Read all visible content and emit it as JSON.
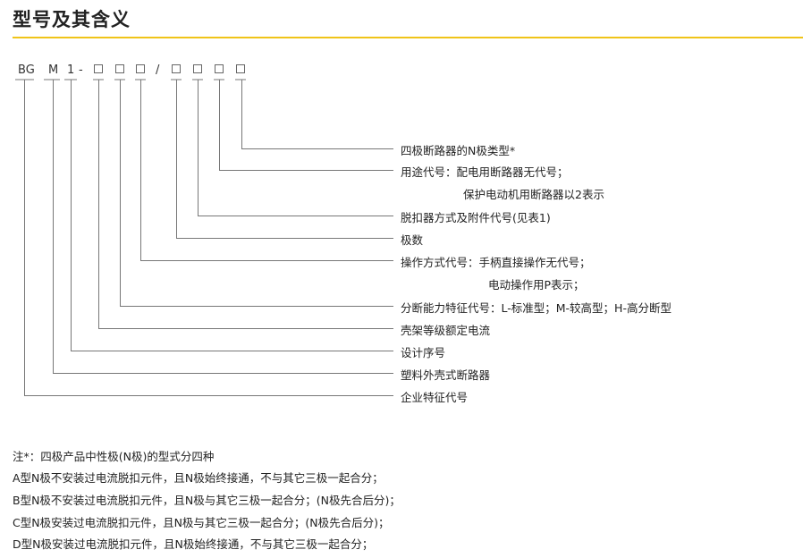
{
  "title": "型号及其含义",
  "accent_color": "#f0c419",
  "code": {
    "prefix": "BG",
    "m": "M",
    "one": "1",
    "dash": "-",
    "slash": "/"
  },
  "descriptions": [
    {
      "line1": "四极断路器的N极类型*"
    },
    {
      "line1": "用途代号：配电用断路器无代号；",
      "line2": "保护电动机用断路器以2表示"
    },
    {
      "line1": "脱扣器方式及附件代号(见表1)"
    },
    {
      "line1": "极数"
    },
    {
      "line1": "操作方式代号：手柄直接操作无代号；",
      "line2": "电动操作用P表示；"
    },
    {
      "line1": "分断能力特征代号：L-标准型；M-较高型；H-高分断型"
    },
    {
      "line1": "壳架等级额定电流"
    },
    {
      "line1": "设计序号"
    },
    {
      "line1": "塑料外壳式断路器"
    },
    {
      "line1": "企业特征代号"
    }
  ],
  "notes": [
    "注*：四极产品中性极(N极)的型式分四种",
    "A型N极不安装过电流脱扣元件，且N极始终接通，不与其它三极一起合分；",
    "B型N极不安装过电流脱扣元件，且N极与其它三极一起合分；(N极先合后分)；",
    "C型N极安装过电流脱扣元件，且N极与其它三极一起合分；(N极先合后分)；",
    "D型N极安装过电流脱扣元件，且N极始终接通，不与其它三极一起合分；"
  ]
}
